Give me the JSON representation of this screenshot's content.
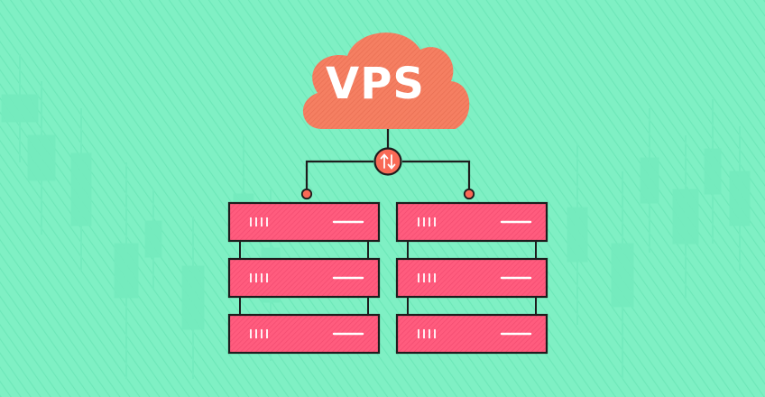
{
  "cloud": {
    "label": "VPS",
    "icon": "cloud-icon"
  },
  "hub": {
    "icon": "sync-arrows-icon"
  },
  "servers": {
    "icon": "server-rack-icon",
    "racks": [
      {
        "units": 3
      },
      {
        "units": 3
      }
    ]
  },
  "colors": {
    "background": "#7ff0c4",
    "background_pattern": "#6ce6b6",
    "cloud_fill": "#f57f62",
    "server_fill": "#ff5c7e",
    "outline": "#1d1d1d",
    "detail": "#ffffff"
  }
}
